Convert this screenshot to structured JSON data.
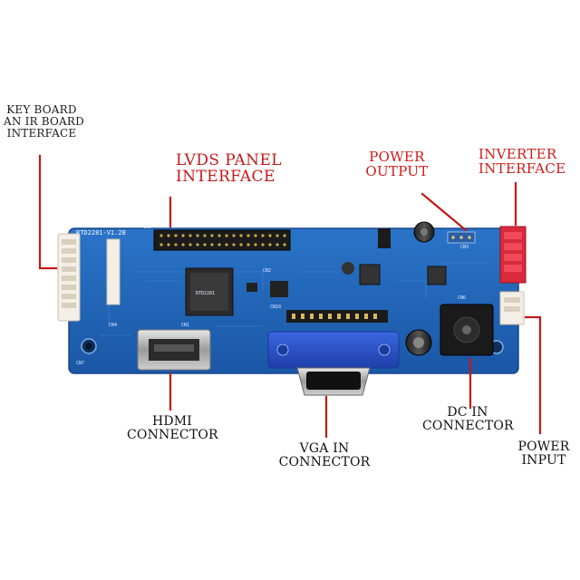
{
  "labels": {
    "keyboard": "KEY BOARD\nAN IR BOARD\nINTERFACE",
    "lvds": "LVDS PANEL\nINTERFACE",
    "power_output": "POWER\nOUTPUT",
    "inverter": "INVERTER\nINTERFACE",
    "hdmi": "HDMI\nCONNECTOR",
    "vga": "VGA IN\nCONNECTOR",
    "dc_in": "DC IN\nCONNECTOR",
    "power_input": "POWER\nINPUT"
  },
  "board": {
    "model": "RTD2281-V1.2B",
    "chip_text": "RTD2281",
    "silkscreen": [
      "CN5",
      "CN1",
      "CN4",
      "CN10",
      "CN2",
      "CN3",
      "CN6",
      "CN7"
    ]
  },
  "colors": {
    "pcb": "#1f63b6",
    "pcb_edge": "#164a8e",
    "arrow_red": "#c41818",
    "label_red": "#c41818",
    "vga_blue": "#2c5ad6"
  }
}
